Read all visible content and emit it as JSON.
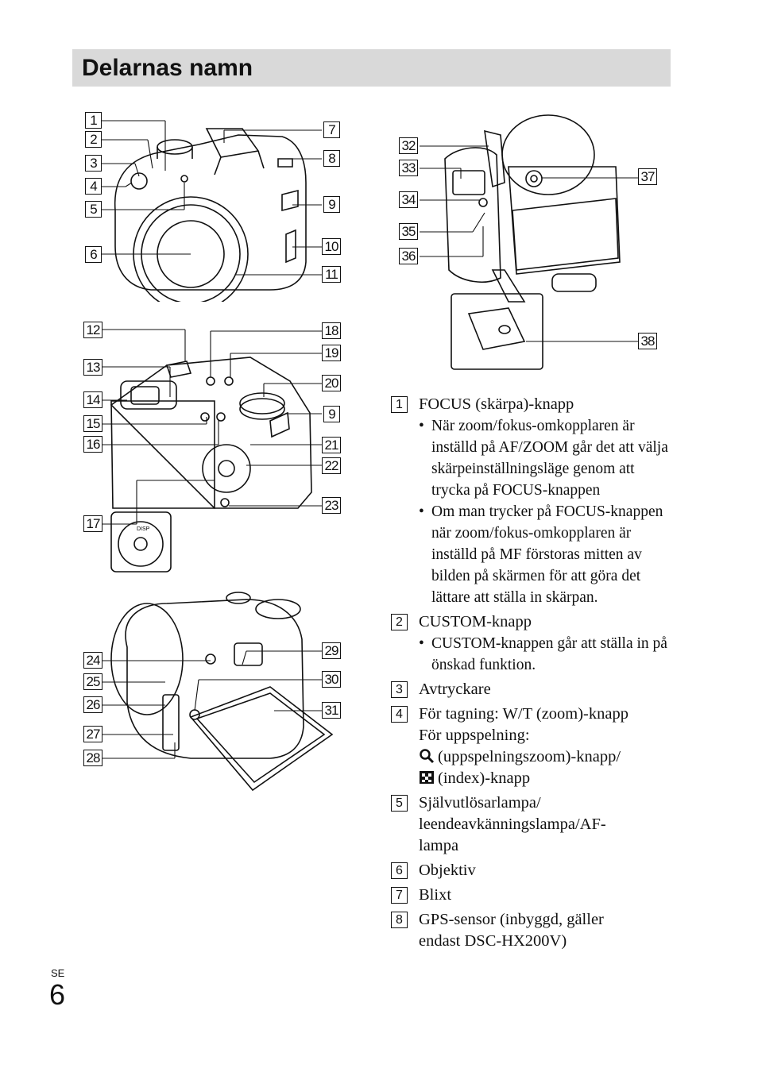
{
  "page": {
    "title": "Delarnas namn",
    "lang_code": "SE",
    "page_number": "6"
  },
  "figures": {
    "front_labels": [
      "1",
      "2",
      "3",
      "4",
      "5",
      "6",
      "7",
      "8",
      "9",
      "10",
      "11"
    ],
    "back_labels": [
      "12",
      "13",
      "14",
      "15",
      "16",
      "17",
      "18",
      "19",
      "20",
      "9",
      "21",
      "22",
      "23"
    ],
    "side_labels": [
      "24",
      "25",
      "26",
      "27",
      "28",
      "29",
      "30",
      "31"
    ],
    "bottom_labels": [
      "32",
      "33",
      "34",
      "35",
      "36",
      "37",
      "38"
    ],
    "dial_disp": "DISP"
  },
  "legend": [
    {
      "num": "1",
      "lines": [
        "FOCUS (skärpa)-knapp"
      ],
      "bullets": [
        "När zoom/fokus-omkopplaren är inställd på AF/ZOOM går det att välja skärpeinställningsläge genom att trycka på FOCUS-knappen",
        "Om man trycker på FOCUS-knappen när zoom/fokus-omkopplaren är inställd på MF förstoras mitten av bilden på skärmen för att göra det lättare att ställa in skärpan."
      ]
    },
    {
      "num": "2",
      "lines": [
        "CUSTOM-knapp"
      ],
      "bullets": [
        "CUSTOM-knappen går att ställa in på önskad funktion."
      ]
    },
    {
      "num": "3",
      "lines": [
        "Avtryckare"
      ]
    },
    {
      "num": "4",
      "lines": [
        "För tagning: W/T (zoom)-knapp",
        "För uppspelning:"
      ],
      "icon_lines": [
        "(uppspelningszoom)-knapp/",
        "(index)-knapp"
      ]
    },
    {
      "num": "5",
      "lines": [
        "Självutlösarlampa/",
        "leendeavkänningslampa/AF-",
        "lampa"
      ]
    },
    {
      "num": "6",
      "lines": [
        "Objektiv"
      ]
    },
    {
      "num": "7",
      "lines": [
        "Blixt"
      ]
    },
    {
      "num": "8",
      "lines": [
        "GPS-sensor (inbyggd, gäller",
        "endast DSC-HX200V)"
      ]
    }
  ]
}
